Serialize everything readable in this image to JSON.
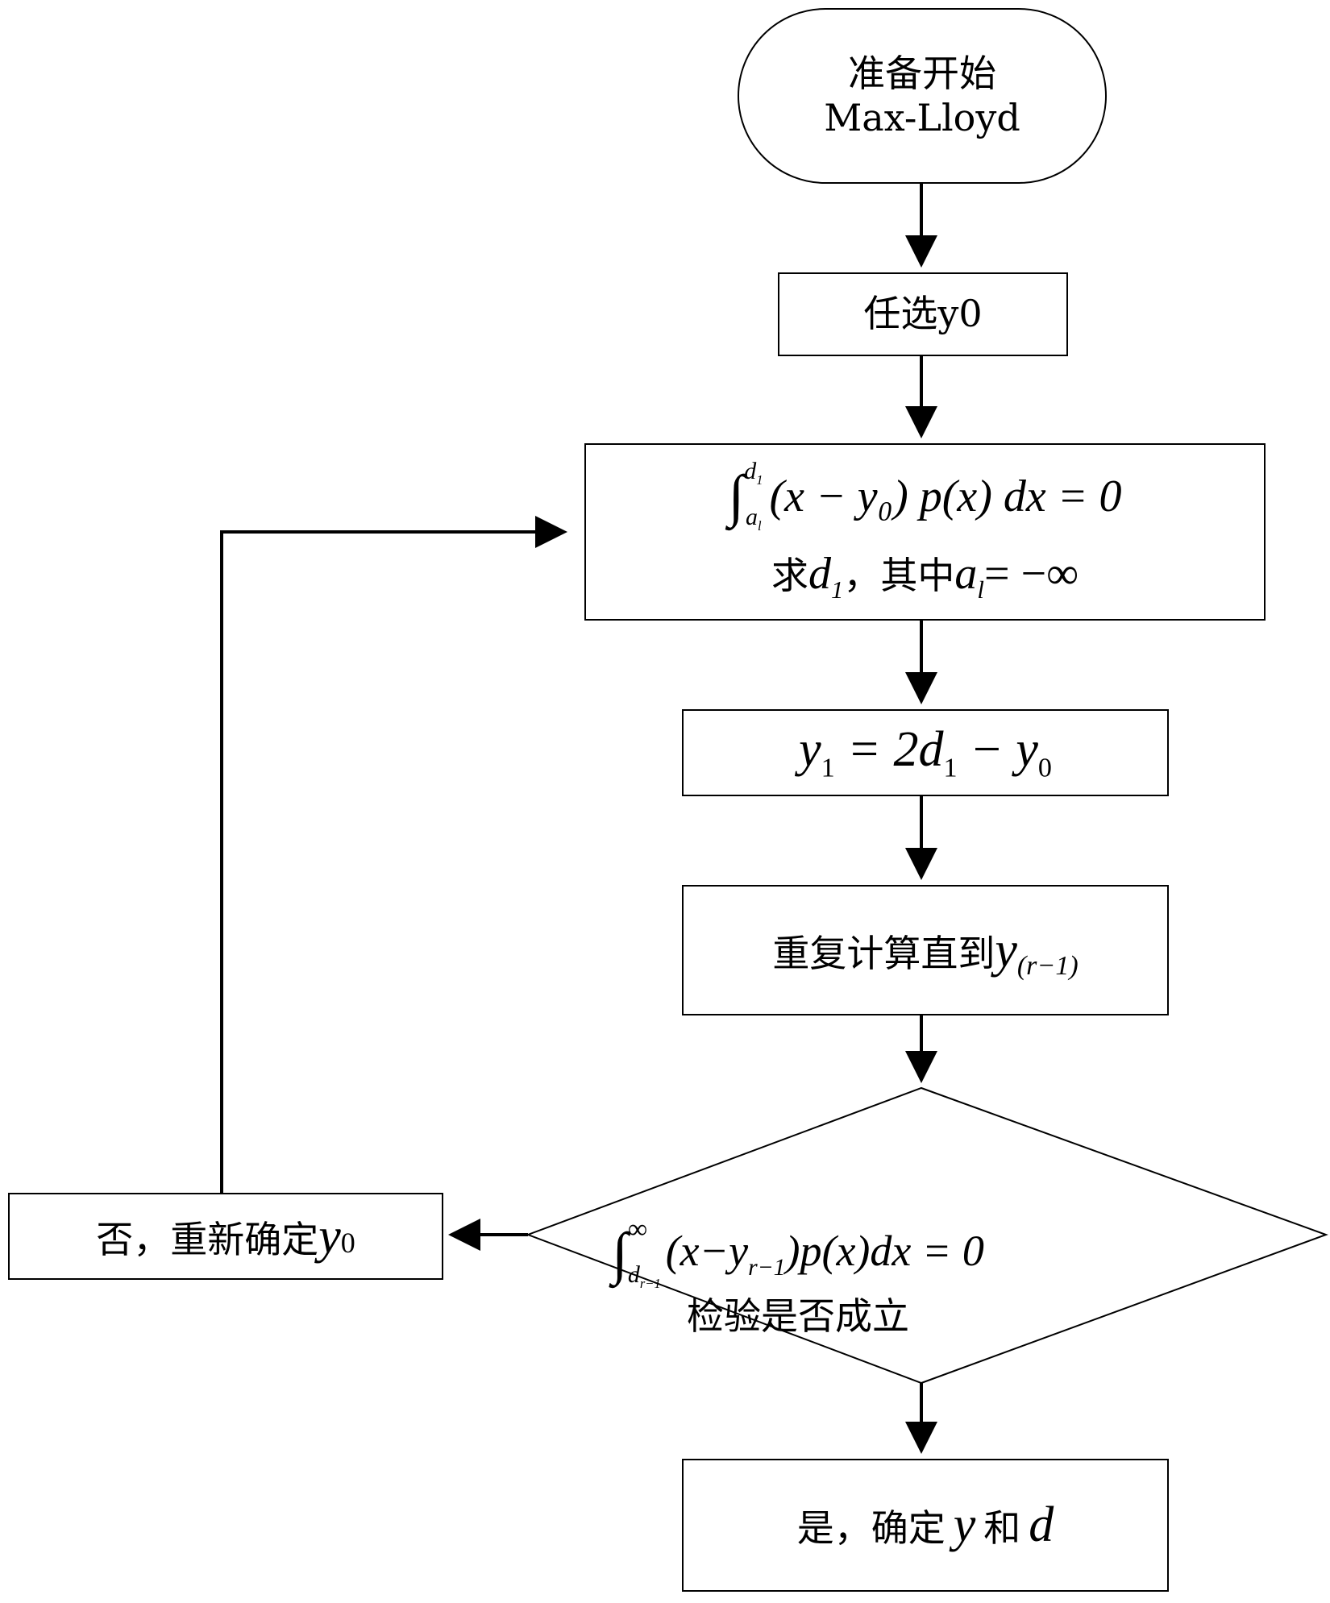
{
  "nodes": {
    "start": {
      "line1": "准备开始",
      "line2": "Max-Lloyd"
    },
    "choose_y0": {
      "label": "任选y0"
    },
    "integral_d1": {
      "formula_pre": "∫",
      "upper_limit": "d",
      "upper_sub": "1",
      "lower_limit": "a",
      "lower_sub": "l",
      "formula_body": "(x − y₀) p(x) dx = 0",
      "solve_text": "求",
      "solve_var": "d",
      "solve_sub": "1",
      "solve_mid": "，其中",
      "cond_var": "a",
      "cond_sub": "l",
      "cond_rest": " = −∞"
    },
    "y1_formula": {
      "lhs_var": "y",
      "lhs_sub": "1",
      "rhs": " = 2d",
      "rhs_sub": "1",
      "rhs_tail": " − y",
      "rhs_tail_sub": "0"
    },
    "repeat": {
      "text": "重复计算直到",
      "var": "y",
      "sub": "(r−1)"
    },
    "decision": {
      "integral_sign": "∫",
      "upper": "∞",
      "lower_var": "d",
      "lower_sub": "r−1",
      "body_pre": "(x−y",
      "body_sub": "r−1",
      "body_post": ")p(x)dx = 0",
      "caption": "检验是否成立"
    },
    "no_branch": {
      "text": "否，重新确定",
      "var": "y",
      "sub": "0"
    },
    "yes_branch": {
      "text1": "是，确定",
      "var1": "y",
      "text2": "和",
      "var2": "d"
    }
  }
}
